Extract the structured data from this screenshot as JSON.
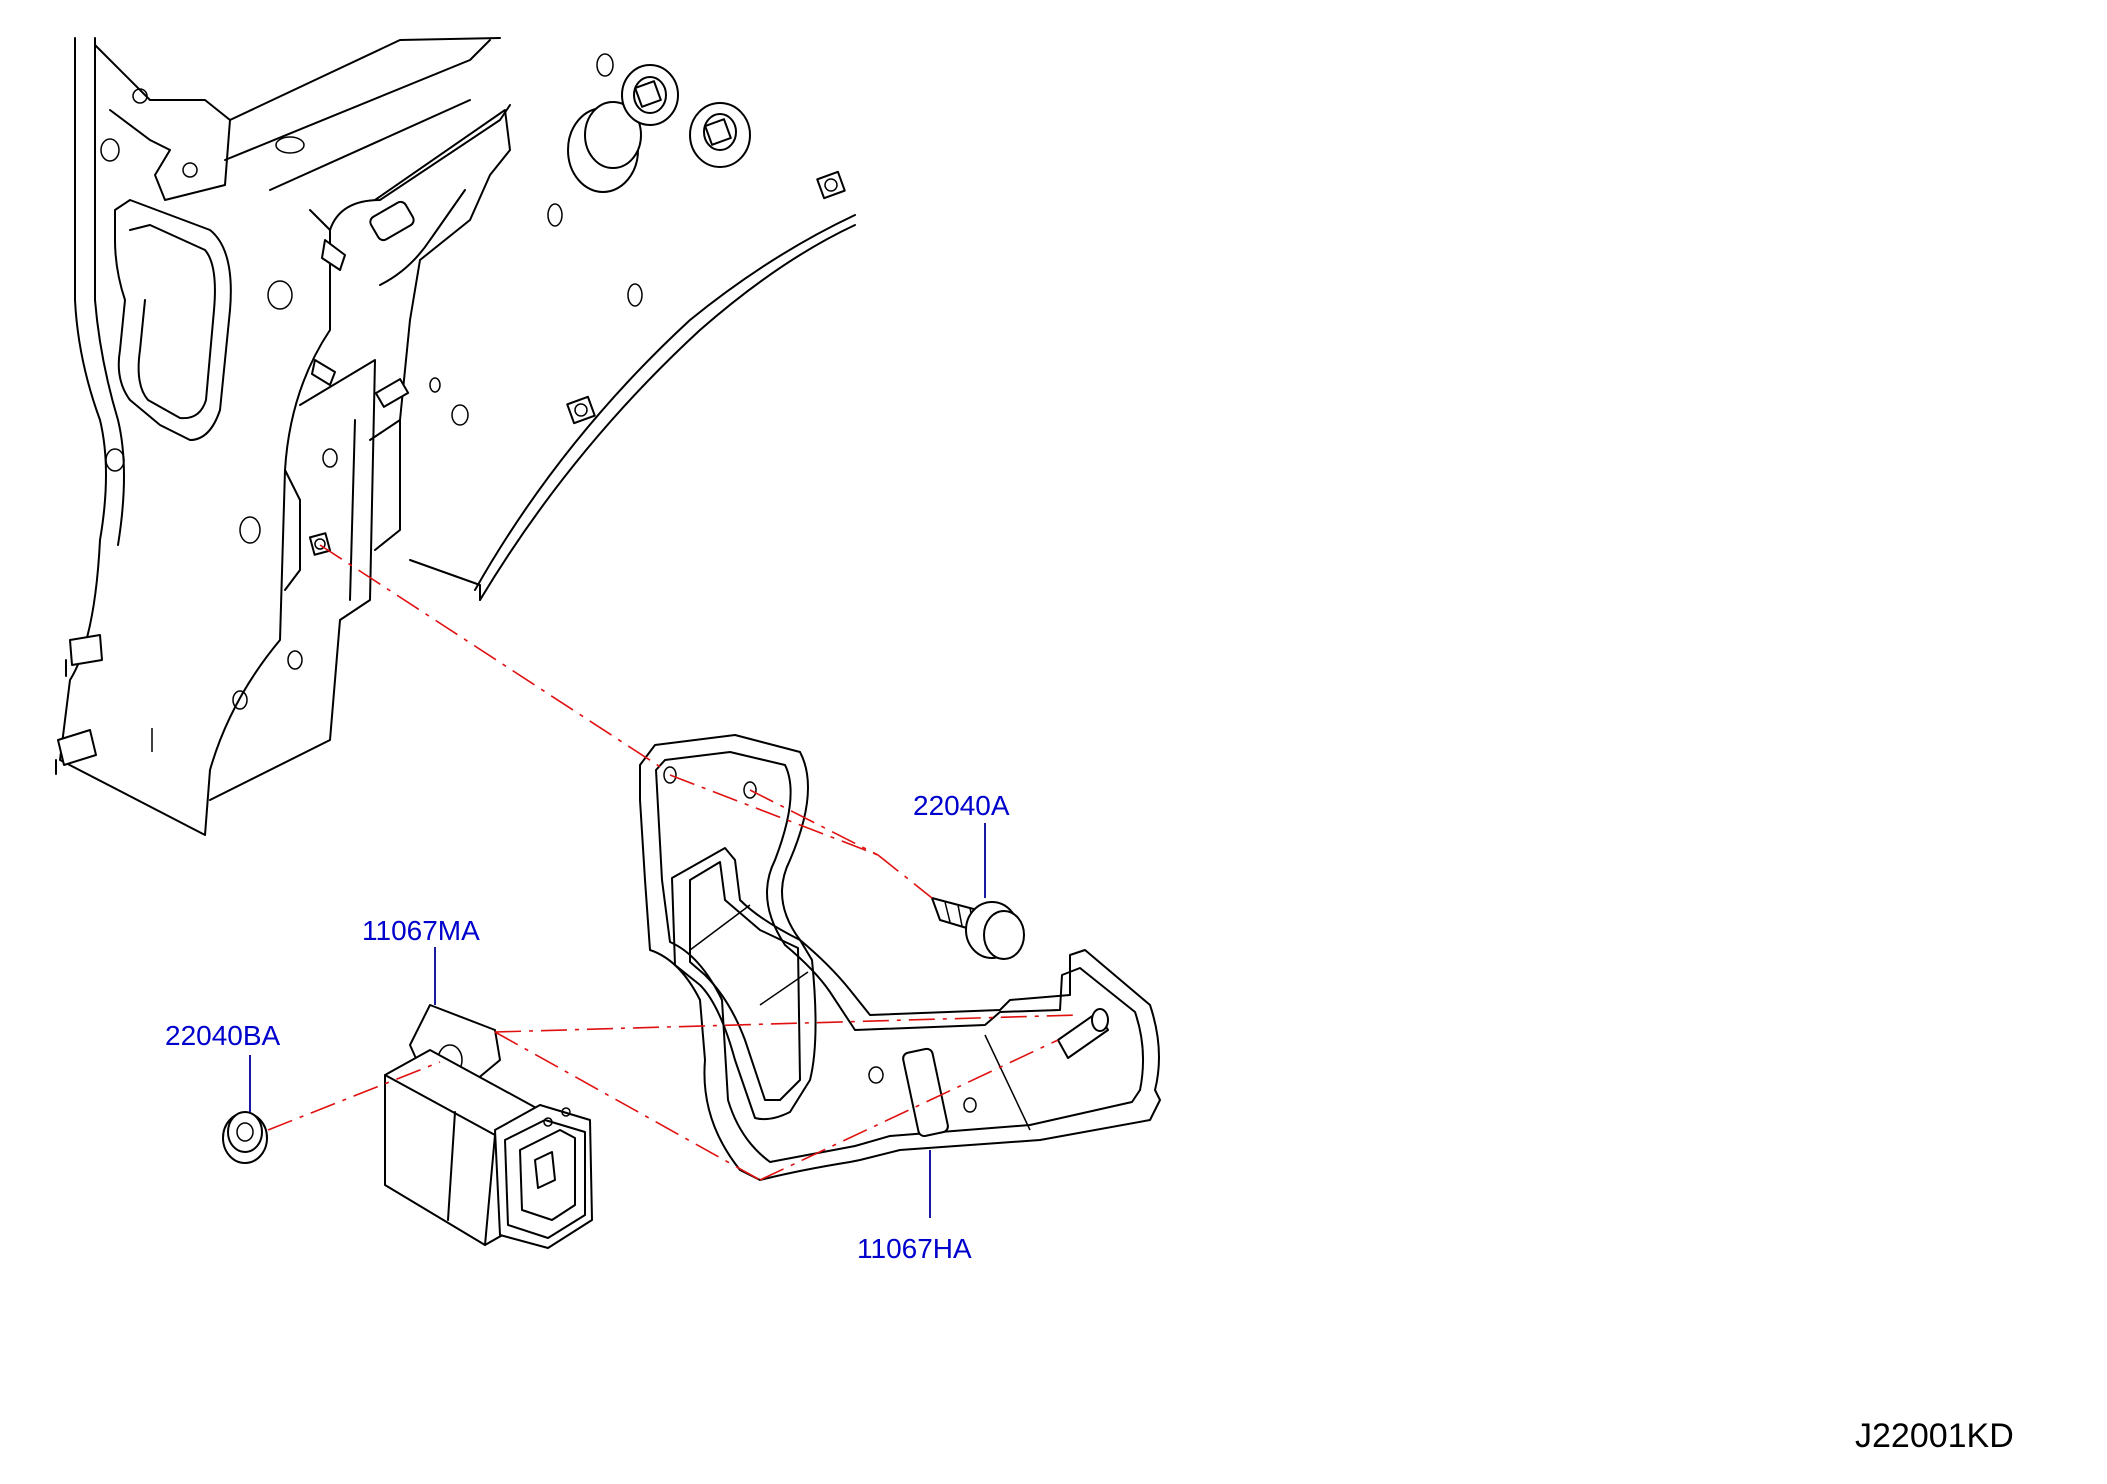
{
  "callouts": {
    "bolt_22040A": "22040A",
    "bracket_11067MA": "11067MA",
    "nut_22040BA": "22040BA",
    "bracket_11067HA": "11067HA"
  },
  "diagram_code": "J22001KD",
  "colors": {
    "callout_text": "#0000cc",
    "leader_line": "#1a1aa0",
    "dash_guide": "#e01010",
    "drawing_line": "#000000"
  }
}
